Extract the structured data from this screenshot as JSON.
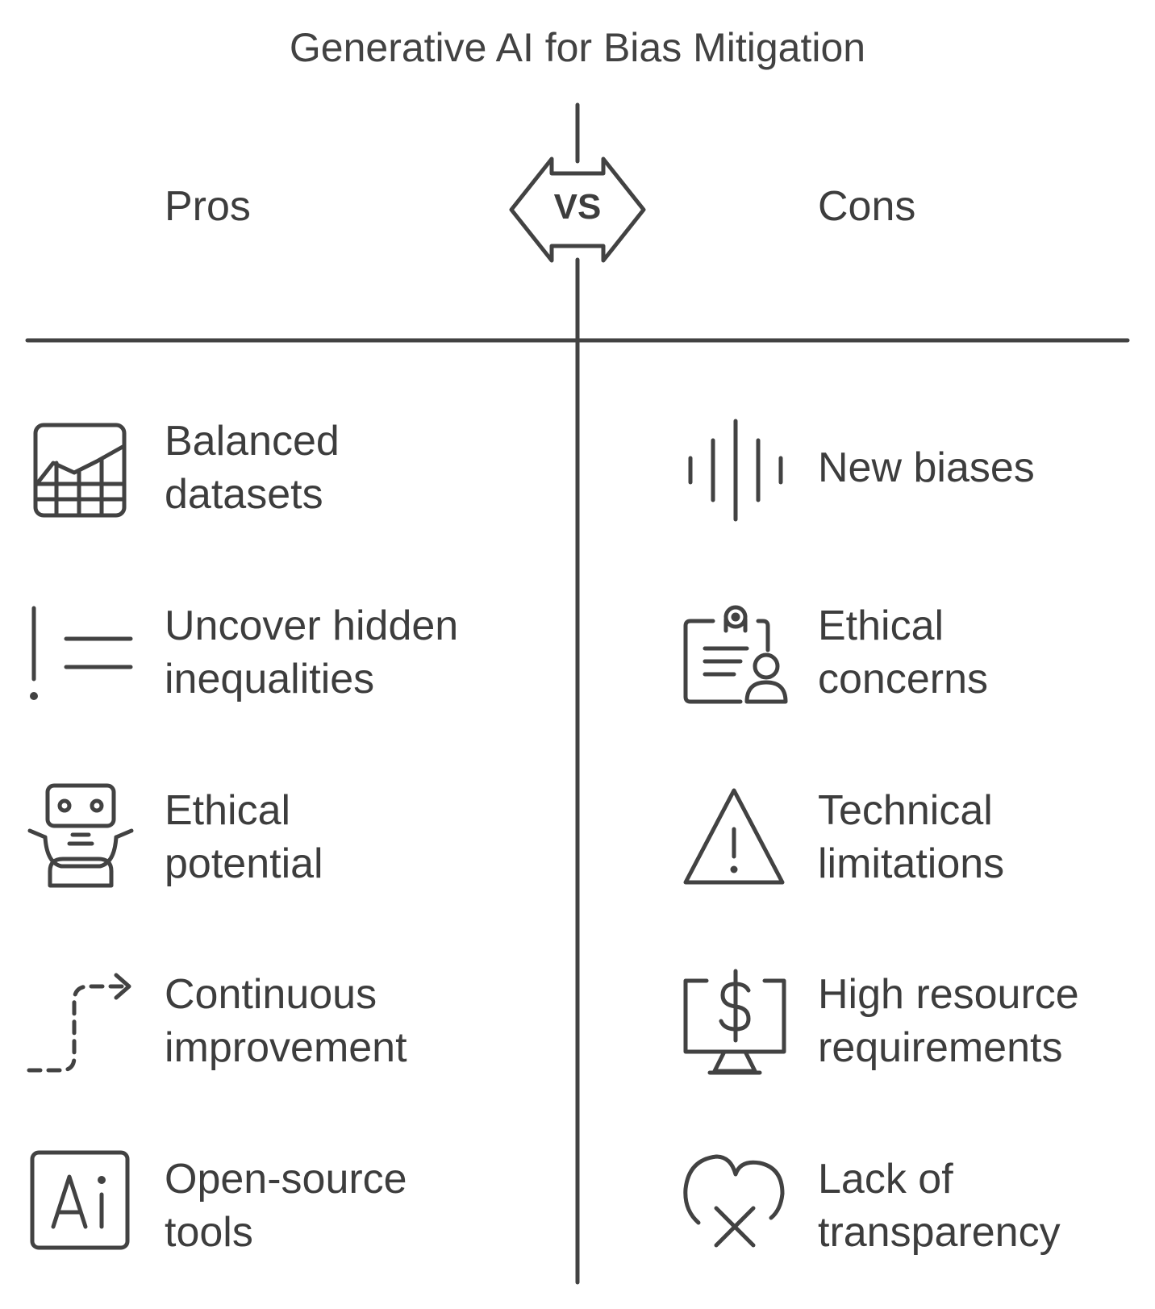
{
  "title": "Generative AI for Bias Mitigation",
  "vs_label": "VS",
  "pros": {
    "heading": "Pros",
    "items": [
      {
        "label_1": "Balanced",
        "label_2": "datasets",
        "icon": "chart-grid-icon"
      },
      {
        "label_1": "Uncover hidden",
        "label_2": "inequalities",
        "icon": "exclamation-lines-icon"
      },
      {
        "label_1": "Ethical",
        "label_2": "potential",
        "icon": "robot-icon"
      },
      {
        "label_1": "Continuous",
        "label_2": "improvement",
        "icon": "dashed-arrow-icon"
      },
      {
        "label_1": "Open-source",
        "label_2": "tools",
        "icon": "ai-box-icon"
      }
    ]
  },
  "cons": {
    "heading": "Cons",
    "items": [
      {
        "label_1": "New biases",
        "label_2": "",
        "icon": "sound-wave-icon"
      },
      {
        "label_1": "Ethical",
        "label_2": "concerns",
        "icon": "clipboard-user-icon"
      },
      {
        "label_1": "Technical",
        "label_2": "limitations",
        "icon": "warning-triangle-icon"
      },
      {
        "label_1": "High resource",
        "label_2": "requirements",
        "icon": "monitor-dollar-icon"
      },
      {
        "label_1": "Lack of",
        "label_2": "transparency",
        "icon": "broken-heart-x-icon"
      }
    ]
  },
  "colors": {
    "ink": "#424242",
    "background": "#ffffff"
  }
}
